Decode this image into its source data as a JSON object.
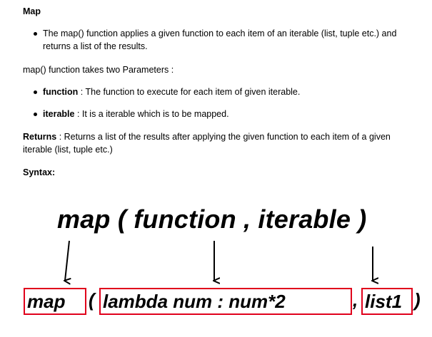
{
  "heading": "Map",
  "intro_bullet": "The map() function applies a given function to each item of an iterable (list, tuple etc.) and returns a list of the results.",
  "params_intro": "map() function takes two Parameters :",
  "params": [
    {
      "name": "function",
      "desc": " : The function to execute for each item of given iterable."
    },
    {
      "name": "iterable",
      "desc": " : It is a iterable which is to be mapped."
    }
  ],
  "returns": {
    "label": "Returns",
    "desc": " : Returns a list of the results after applying the given function to each item of a given iterable (list, tuple etc.)"
  },
  "syntax_label": "Syntax:",
  "signature": "map ( function ,  iterable )",
  "example": {
    "map": "map",
    "open_paren": "(",
    "lambda": "lambda num : num*2",
    "comma": ",",
    "list": "list1",
    "close_paren": ")"
  },
  "colors": {
    "box_border": "#e0001b"
  }
}
